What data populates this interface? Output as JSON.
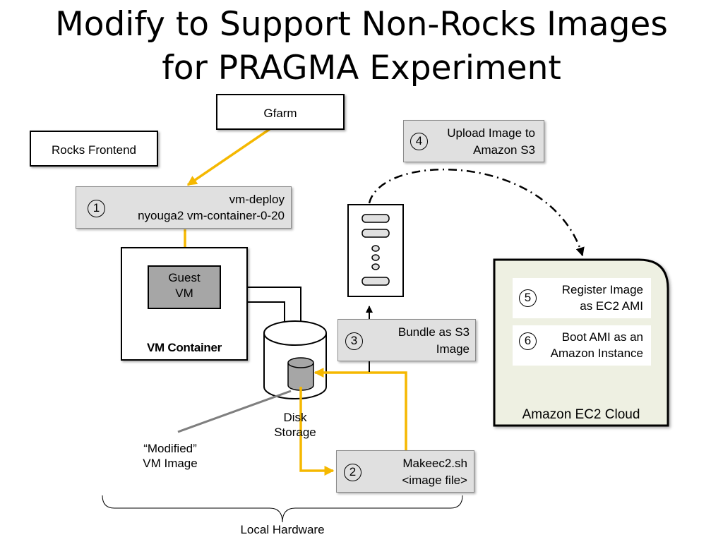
{
  "title": {
    "line1": "Modify to Support Non-Rocks Images",
    "line2": "for PRAGMA Experiment"
  },
  "gfarm": {
    "label": "Gfarm"
  },
  "rocks_frontend": {
    "label": "Rocks Frontend"
  },
  "step1": {
    "number": "1",
    "line1": "vm-deploy",
    "line2": "nyouga2 vm-container-0-20"
  },
  "vm_container": {
    "label": "VM Container",
    "guest_vm_line1": "Guest",
    "guest_vm_line2": "VM"
  },
  "disk_storage": {
    "line1": "Disk",
    "line2": "Storage"
  },
  "modified_image": {
    "line1": "“Modified”",
    "line2": "VM Image"
  },
  "step2": {
    "number": "2",
    "line1": "Makeec2.sh",
    "line2": "<image file>"
  },
  "step3": {
    "number": "3",
    "line1": "Bundle as S3",
    "line2": "Image"
  },
  "step4": {
    "number": "4",
    "line1": "Upload Image to",
    "line2": "Amazon S3"
  },
  "ec2_cloud": {
    "label": "Amazon EC2 Cloud",
    "step5": {
      "number": "5",
      "line1": "Register Image",
      "line2": "as EC2 AMI"
    },
    "step6": {
      "number": "6",
      "line1": "Boot AMI as an",
      "line2": "Amazon Instance"
    }
  },
  "local_hardware": {
    "label": "Local Hardware"
  },
  "colors": {
    "arrow_orange": "#f5b800",
    "cloud_fill": "#eef0e2",
    "grey_box": "#e0e0e0",
    "guest_vm": "#a6a6a6"
  }
}
